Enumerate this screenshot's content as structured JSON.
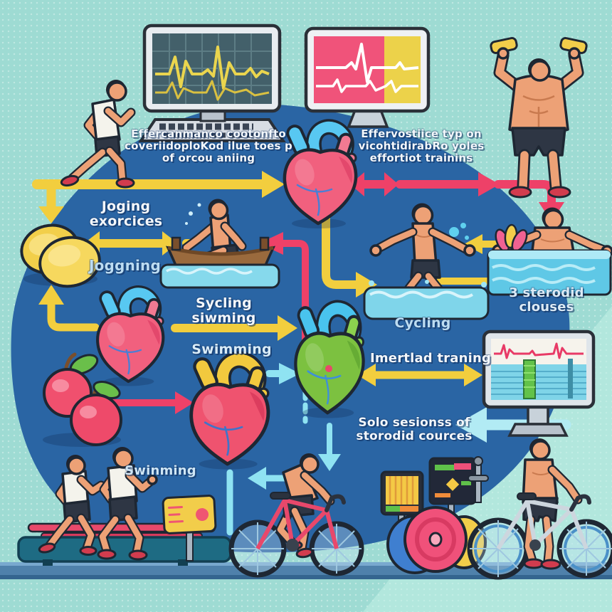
{
  "labels": {
    "top_left": [
      "Effercanmanco cootonfto",
      "coveriidoploKod ilue toes p",
      "of orcou aniing"
    ],
    "top_right": [
      "Effervostiice typ on",
      "vicohtidirabRo yoles",
      "effortiot trainins"
    ],
    "joging": [
      "Joging",
      "exorcices"
    ],
    "joggning": "Joggning",
    "sycling_siwming": "Sycling siwming",
    "swimming": "Swimming",
    "cycling": "Cycling",
    "sterodid": "3 sterodid clouses",
    "imertlad": "Imertlad traning",
    "solo": [
      "Solo sesionss of",
      "storodid cources"
    ],
    "swinming": "Swinming"
  },
  "colors": {
    "background": "#9edbd3",
    "blob": "#2a65a4",
    "arrow_yellow": "#f2ce3e",
    "arrow_pink": "#ee4168",
    "arrow_cyan": "#8fe3f2",
    "arrow_pale_cyan": "#b2ebf4",
    "label_white": "#f3f7fb",
    "label_blue": "#bcdcf2",
    "heart_pink": "#f1607e",
    "heart_green": "#7cc140",
    "heart_tube_cyan": "#58c8f2",
    "heart_tube_yellow": "#f2c93e",
    "screen_pink": "#f0537a",
    "screen_yellow": "#ecd24a",
    "ecg_yellow": "#e8d44d",
    "water": "#7fd5ea",
    "equipment_pink": "#e8496b"
  }
}
